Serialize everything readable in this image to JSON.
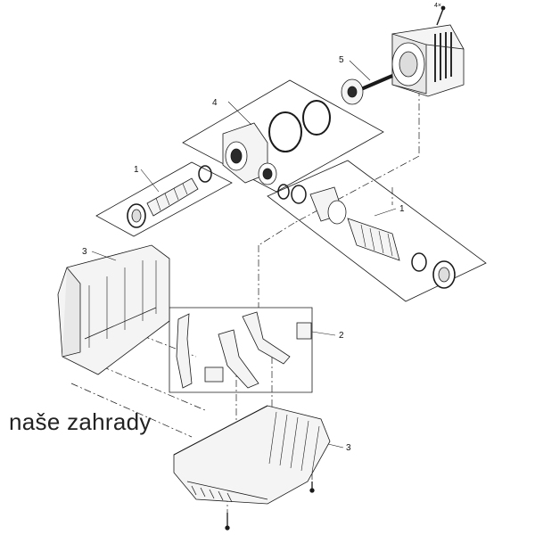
{
  "labels": {
    "bolts_qty": "4×",
    "part_1_left": "1",
    "part_1_right": "1",
    "part_2": "2",
    "part_3_top": "3",
    "part_3_bottom": "3",
    "part_4": "4",
    "part_5": "5"
  },
  "watermark": "naše zahrady",
  "colors": {
    "line": "#1a1a1a",
    "fill_light": "#f4f4f4",
    "fill_dark": "#2a2a2a"
  }
}
